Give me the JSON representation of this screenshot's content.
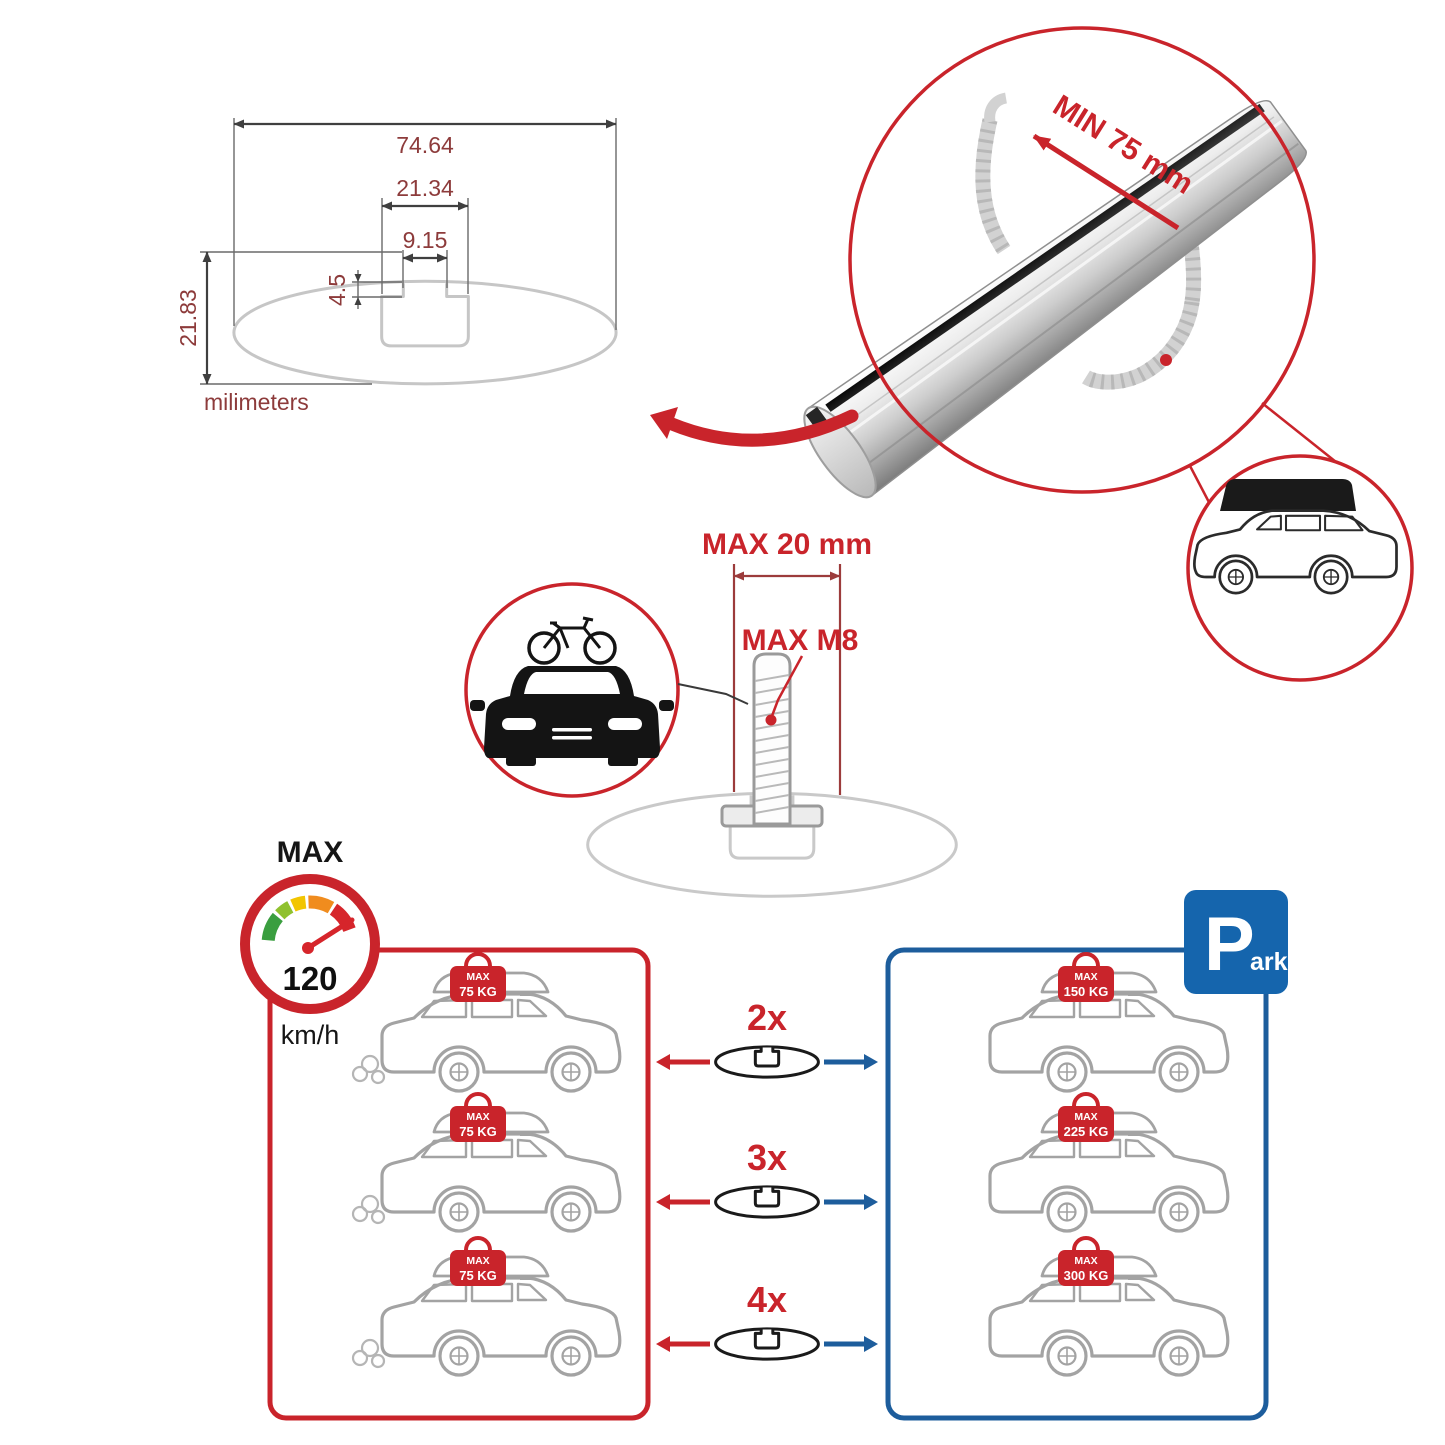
{
  "colors": {
    "accent_red": "#c9242b",
    "accent_blue": "#1d5d9c",
    "dim_text": "#8d3b3b"
  },
  "cross_section": {
    "total_width": "74.64",
    "channel_width": "21.34",
    "slot_width": "9.15",
    "slot_depth": "4.5",
    "total_height": "21.83",
    "units": "milimeters"
  },
  "bar_detail": {
    "min_label": "MIN 75 mm"
  },
  "bolt": {
    "max_length": "MAX 20 mm",
    "max_thread": "MAX M8"
  },
  "speed_limit": {
    "label": "MAX",
    "value": "120",
    "unit": "km/h"
  },
  "park": {
    "letter": "P",
    "rest": "ark"
  },
  "load_rows": [
    {
      "multiplier": "2x",
      "left_badge_line1": "MAX",
      "left_badge_line2": "75 KG",
      "right_badge_line1": "MAX",
      "right_badge_line2": "150 KG"
    },
    {
      "multiplier": "3x",
      "left_badge_line1": "MAX",
      "left_badge_line2": "75 KG",
      "right_badge_line1": "MAX",
      "right_badge_line2": "225 KG"
    },
    {
      "multiplier": "4x",
      "left_badge_line1": "MAX",
      "left_badge_line2": "75 KG",
      "right_badge_line1": "MAX",
      "right_badge_line2": "300 KG"
    }
  ]
}
